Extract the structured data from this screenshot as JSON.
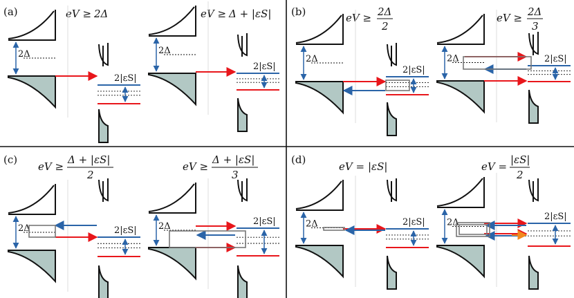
{
  "panels": [
    {
      "label": "(a)",
      "subfigures": [
        {
          "condition_lhs": "eV ≥ ",
          "condition_num": "2Δ",
          "condition_den": "",
          "gap_label": "2Δ",
          "level_label": "2|εS|"
        },
        {
          "condition_lhs": "eV ≥ ",
          "condition_num": "Δ + |εS|",
          "condition_den": "",
          "gap_label": "2Δ",
          "level_label": "2|εS|"
        }
      ]
    },
    {
      "label": "(b)",
      "subfigures": [
        {
          "condition_lhs": "eV ≥ ",
          "condition_num": "2Δ",
          "condition_den": "2",
          "gap_label": "2Δ",
          "level_label": "2|εS|"
        },
        {
          "condition_lhs": "eV ≥ ",
          "condition_num": "2Δ",
          "condition_den": "3",
          "gap_label": "2Δ",
          "level_label": "2|εS|"
        }
      ]
    },
    {
      "label": "(c)",
      "subfigures": [
        {
          "condition_lhs": "eV ≥ ",
          "condition_num": "Δ + |εS|",
          "condition_den": "2",
          "gap_label": "2Δ",
          "level_label": "2|εS|"
        },
        {
          "condition_lhs": "eV ≥ ",
          "condition_num": "Δ + |εS|",
          "condition_den": "3",
          "gap_label": "2Δ",
          "level_label": "2|εS|"
        }
      ]
    },
    {
      "label": "(d)",
      "subfigures": [
        {
          "condition_lhs": "eV = ",
          "condition_num": "|εS|",
          "condition_den": "",
          "gap_label": "2Δ",
          "level_label": "2|εS|"
        },
        {
          "condition_lhs": "eV = ",
          "condition_num": "|εS|",
          "condition_den": "2",
          "gap_label": "2Δ",
          "level_label": "2|εS|"
        }
      ]
    }
  ],
  "colors": {
    "red": "#e8161b",
    "blue": "#2a64a8",
    "orange": "#f28a1e",
    "fill": "#b2c8c4",
    "line": "#111111",
    "box": "#777777",
    "divider": "#111111"
  }
}
